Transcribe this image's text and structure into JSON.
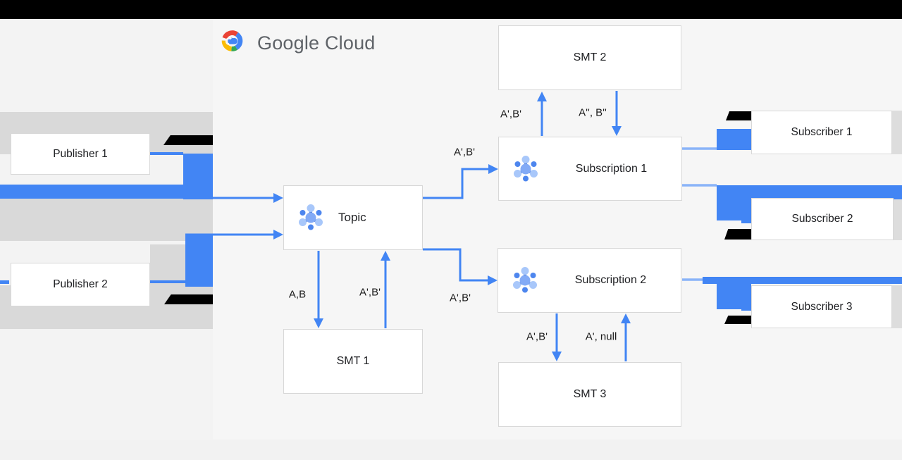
{
  "logo": {
    "text": "Google Cloud"
  },
  "nodes": {
    "publisher1": {
      "label": "Publisher 1"
    },
    "publisher2": {
      "label": "Publisher 2"
    },
    "topic": {
      "label": "Topic"
    },
    "smt1": {
      "label": "SMT 1"
    },
    "smt2": {
      "label": "SMT 2"
    },
    "smt3": {
      "label": "SMT 3"
    },
    "subscription1": {
      "label": "Subscription 1"
    },
    "subscription2": {
      "label": "Subscription 2"
    },
    "subscriber1": {
      "label": "Subscriber 1"
    },
    "subscriber2": {
      "label": "Subscriber 2"
    },
    "subscriber3": {
      "label": "Subscriber 3"
    }
  },
  "edge_labels": {
    "topic_sub1": "A',B'",
    "topic_sub2": "A',B'",
    "sub1_smt2": "A',B'",
    "smt2_sub1": "A'', B''",
    "topic_smt1": "A,B",
    "smt1_topic": "A',B'",
    "sub2_smt3": "A',B'",
    "smt3_sub2": "A', null"
  },
  "colors": {
    "accent_blue": "#4285f4",
    "light_blue": "#8ab4f8",
    "band_gray": "#d9d9d9",
    "logo_gray": "#5f6368",
    "google_red": "#ea4335",
    "google_yellow": "#fbbc04",
    "google_green": "#34a853"
  }
}
